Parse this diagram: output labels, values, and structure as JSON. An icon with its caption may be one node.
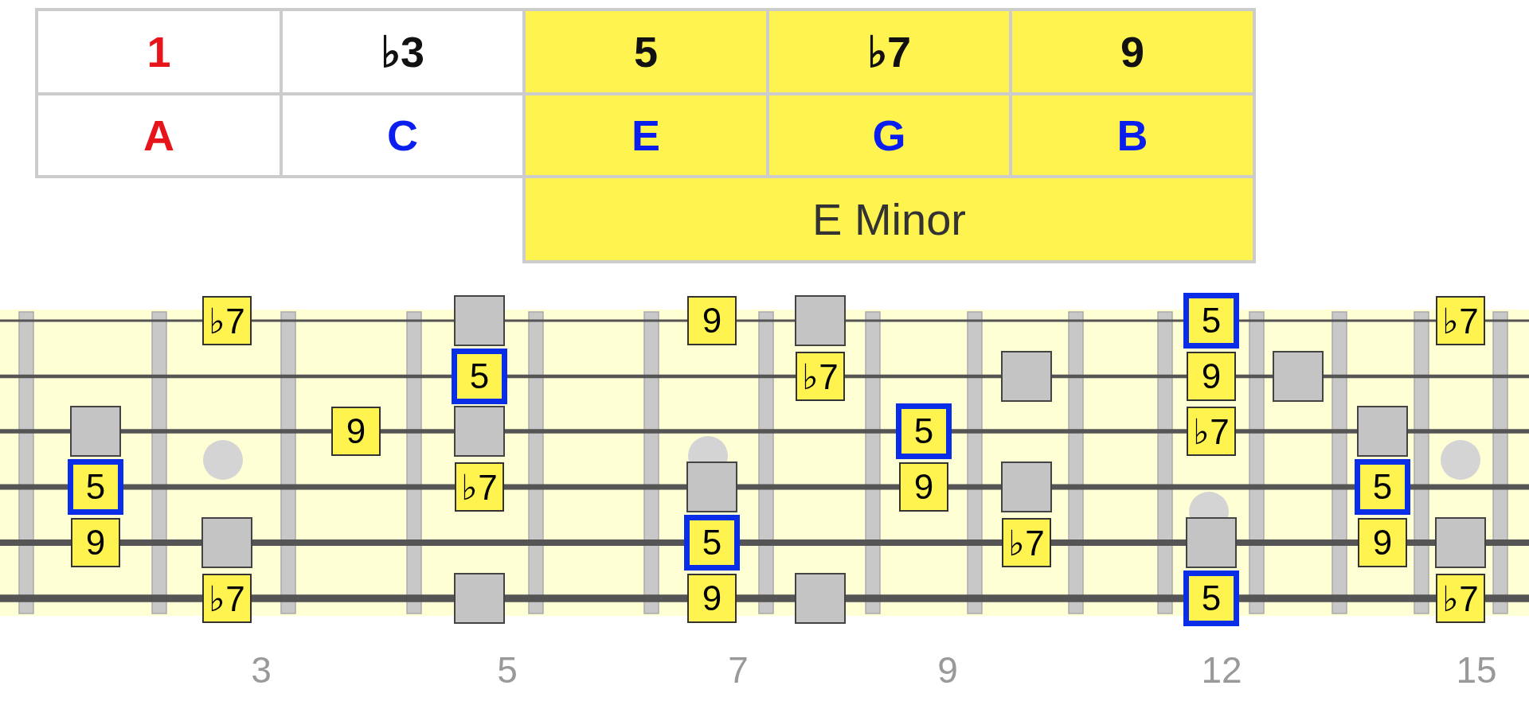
{
  "diagram": {
    "nodes": [
      {
        "text": [
          "♭7"
        ]
      },
      {
        "text": [],
        "shape": "box"
      },
      {
        "text": [
          "9"
        ]
      },
      {
        "text": [],
        "shape": "box"
      },
      {
        "text": [
          "5"
        ]
      },
      {
        "text": [
          "♭7"
        ]
      },
      {
        "text": [
          "5"
        ]
      },
      {
        "text": [
          "♭7"
        ]
      },
      {
        "text": [],
        "shape": "box"
      },
      {
        "text": [
          "9"
        ]
      },
      {
        "text": [],
        "shape": "box"
      },
      {
        "text": [],
        "shape": "box"
      },
      {
        "text": [
          "9"
        ]
      },
      {
        "text": [],
        "shape": "box"
      },
      {
        "text": [
          "5"
        ]
      },
      {
        "text": [
          "♭7"
        ]
      },
      {
        "text": [],
        "shape": "box"
      },
      {
        "text": [
          "5"
        ]
      },
      {
        "text": [
          "♭7"
        ]
      },
      {
        "text": [],
        "shape": "box"
      },
      {
        "text": [
          "9"
        ]
      },
      {
        "text": [],
        "shape": "box"
      },
      {
        "text": [
          "5"
        ]
      },
      {
        "text": [
          "9"
        ]
      },
      {
        "text": [],
        "shape": "box"
      },
      {
        "text": [
          "5"
        ]
      },
      {
        "text": [
          "♭7"
        ]
      },
      {
        "text": [],
        "shape": "box"
      },
      {
        "text": [
          "9"
        ]
      },
      {
        "text": [],
        "shape": "box"
      },
      {
        "text": [
          "♭7"
        ]
      },
      {
        "text": [],
        "shape": "box"
      },
      {
        "text": [
          "9"
        ]
      },
      {
        "text": [],
        "shape": "box"
      },
      {
        "text": [
          "5"
        ]
      },
      {
        "text": [
          "♭7"
        ]
      }
    ],
    "labels": [
      "1",
      "♭3",
      "5",
      "♭7",
      "9",
      "A",
      "C",
      "E",
      "G",
      "B",
      "E Minor",
      "3",
      "5",
      "7",
      "9",
      "12",
      "15"
    ]
  }
}
